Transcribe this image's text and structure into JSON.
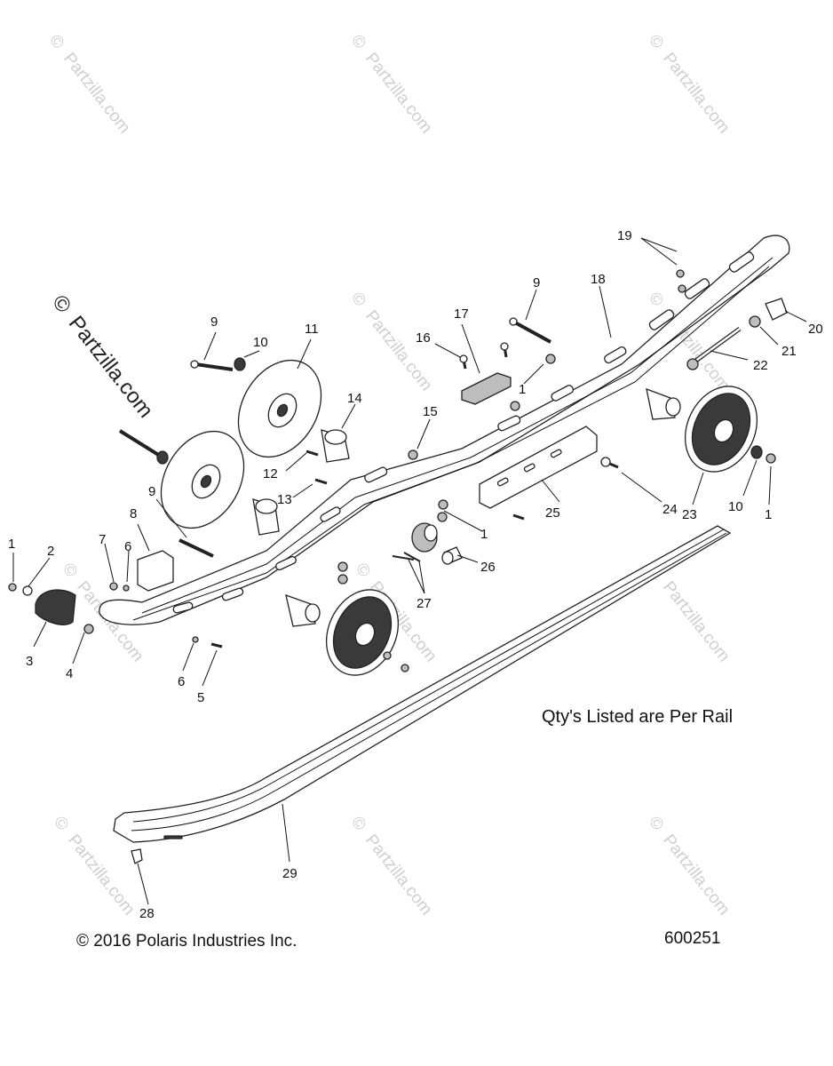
{
  "watermark": {
    "text": "Partzilla.com",
    "mark": "©"
  },
  "note": "Qty's Listed are Per Rail",
  "copyright": "© 2016 Polaris Industries Inc.",
  "diagram_id": "600251",
  "callouts": [
    "1",
    "2",
    "3",
    "4",
    "5",
    "6",
    "7",
    "8",
    "9",
    "10",
    "11",
    "12",
    "13",
    "14",
    "15",
    "16",
    "17",
    "18",
    "19",
    "20",
    "21",
    "22",
    "23",
    "24",
    "25",
    "26",
    "27",
    "28",
    "29"
  ],
  "callout_instances": [
    "1",
    "2",
    "3",
    "4",
    "5",
    "6",
    "6",
    "7",
    "8",
    "9",
    "9",
    "9",
    "10",
    "10",
    "11",
    "12",
    "13",
    "14",
    "15",
    "16",
    "17",
    "18",
    "19",
    "20",
    "21",
    "22",
    "23",
    "24",
    "25",
    "26",
    "27",
    "28",
    "29",
    "1",
    "1",
    "1"
  ]
}
